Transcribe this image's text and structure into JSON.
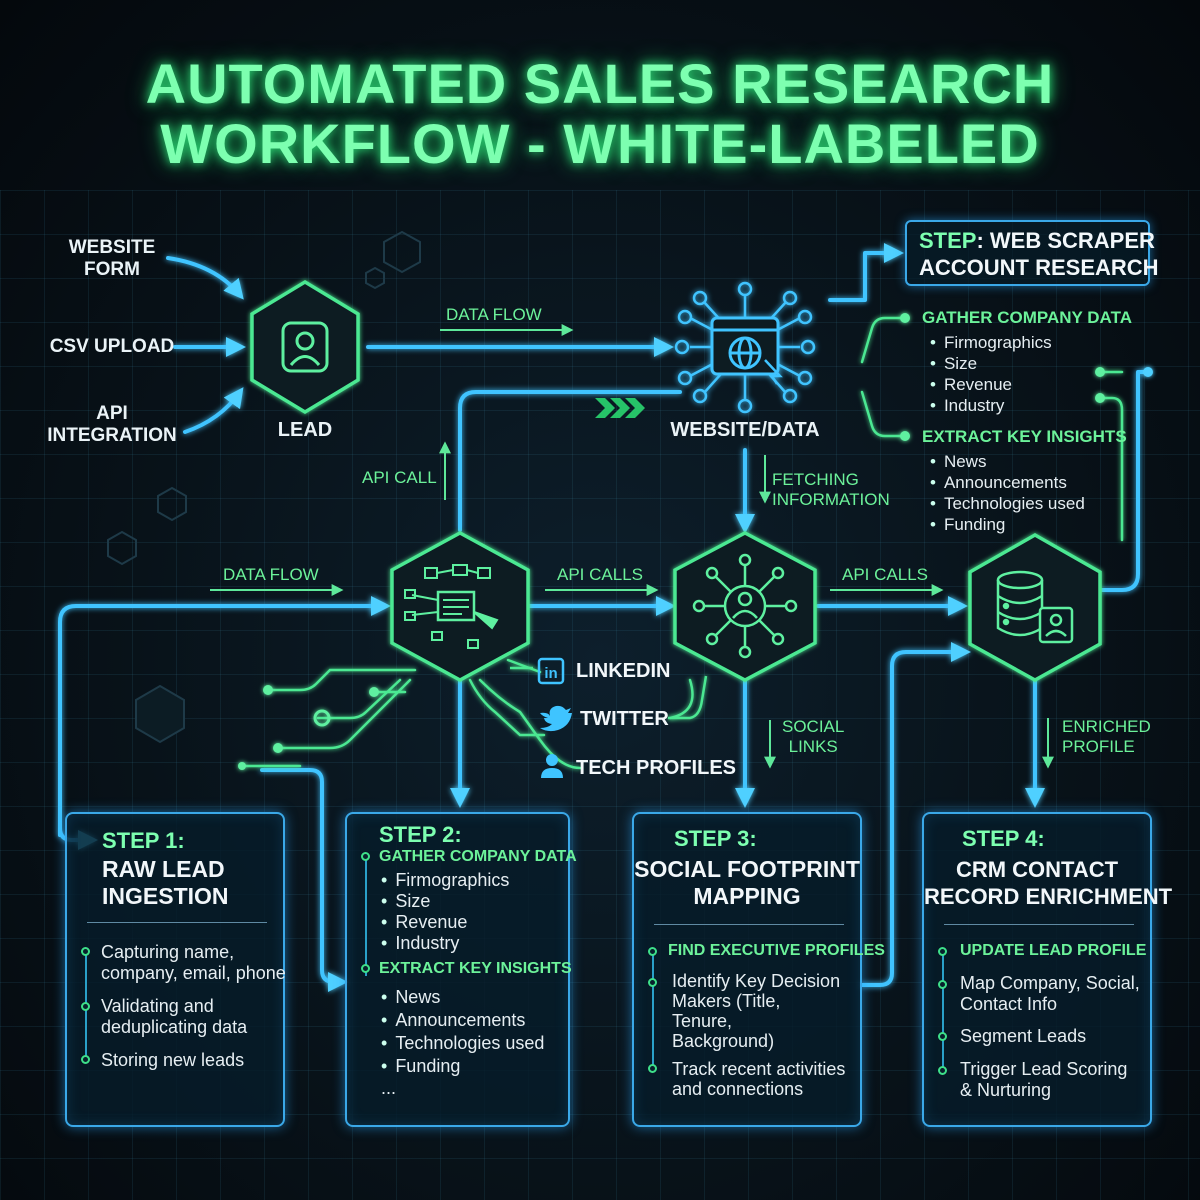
{
  "title": {
    "line1": "AUTOMATED SALES RESEARCH",
    "line2": "WORKFLOW - WHITE-LABELED"
  },
  "sources": {
    "website_form": "WEBSITE\nFORM",
    "csv_upload": "CSV UPLOAD",
    "api_integration": "API\nINTEGRATION"
  },
  "nodes": {
    "lead": "LEAD",
    "website_data": "WEBSITE/DATA"
  },
  "flows": {
    "data_flow_top": "DATA FLOW",
    "data_flow_left": "DATA FLOW",
    "api_call": "API CALL",
    "api_calls_1": "API CALLS",
    "api_calls_2": "API CALLS",
    "fetching": "FETCHING\nINFORMATION",
    "social_links": "SOCIAL\nLINKS",
    "enriched_profile": "ENRICHED\nPROFILE"
  },
  "social": {
    "linkedin": "LINKEDIN",
    "twitter": "TWITTER",
    "tech_profiles": "TECH PROFILES"
  },
  "scraper": {
    "step_label": "STEP",
    "step_rest": ": WEB SCRAPER",
    "line2": "ACCOUNT RESEARCH",
    "gather_title": "GATHER COMPANY DATA",
    "gather_items": [
      "Firmographics",
      "Size",
      "Revenue",
      "Industry"
    ],
    "extract_title": "EXTRACT KEY INSIGHTS",
    "extract_items": [
      "News",
      "Announcements",
      "Technologies used",
      "Funding"
    ]
  },
  "steps": [
    {
      "label": "STEP 1:",
      "heading": "RAW LEAD\nINGESTION",
      "items": [
        "Capturing name,\ncompany, email, phone",
        "Validating and\ndeduplicating data",
        "Storing new leads"
      ]
    },
    {
      "label": "STEP 2:",
      "gather_title": "GATHER COMPANY DATA",
      "gather_items": [
        "Firmographics",
        "Size",
        "Revenue",
        "Industry"
      ],
      "extract_title": "EXTRACT KEY INSIGHTS",
      "extract_items": [
        "News",
        "Announcements",
        "Technologies used",
        "Funding"
      ],
      "more": "..."
    },
    {
      "label": "STEP 3:",
      "heading": "SOCIAL FOOTPRINT\nMAPPING",
      "section": "FIND EXECUTIVE PROFILES",
      "items": [
        "Identify Key Decision\nMakers (Title,\nTenure,\nBackground)",
        "Track recent activities\nand connections"
      ]
    },
    {
      "label": "STEP 4:",
      "heading": "CRM CONTACT\nRECORD ENRICHMENT",
      "section": "UPDATE LEAD PROFILE",
      "items": [
        "Map Company, Social,\nContact Info",
        "Segment Leads",
        "Trigger Lead Scoring\n& Nurturing"
      ]
    }
  ],
  "colors": {
    "accent_green": "#7dffb0",
    "wire_blue": "#3fc4ff",
    "box_border": "#3aa8e8",
    "background": "#081219"
  },
  "icons": [
    "person-icon",
    "globe-browser-icon",
    "network-person-icon",
    "flowchart-icon",
    "database-icon",
    "linkedin-icon",
    "twitter-icon",
    "person-profile-icon"
  ]
}
